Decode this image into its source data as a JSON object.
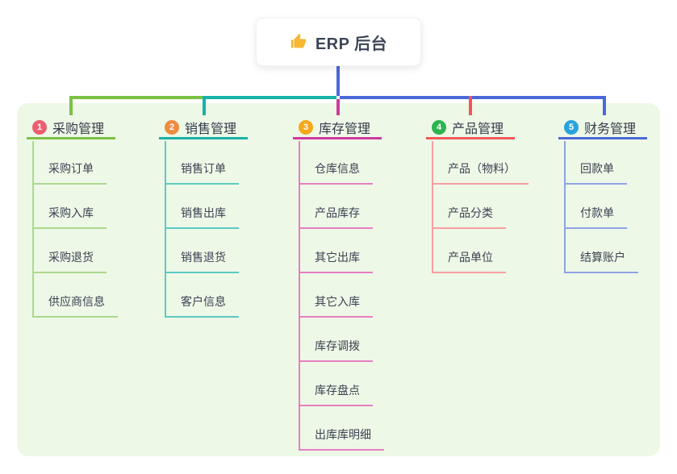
{
  "root": {
    "title": "ERP 后台",
    "icon": "thumbs-up-icon"
  },
  "connectors": {
    "trunk_color": "#4b68da"
  },
  "colors": {
    "panel_bg": "#edf8e7",
    "card_bg": "#ffffff",
    "text": "#3b4252"
  },
  "branches": [
    {
      "num": "1",
      "label": "采购管理",
      "badge_color": "#ec5f6f",
      "line_color": "#7cc144",
      "child_line_color": "#abd98e",
      "children": [
        "采购订单",
        "采购入库",
        "采购退货",
        "供应商信息"
      ]
    },
    {
      "num": "2",
      "label": "销售管理",
      "badge_color": "#ef8b41",
      "line_color": "#16b2a8",
      "child_line_color": "#5ecac3",
      "children": [
        "销售订单",
        "销售出库",
        "销售退货",
        "客户信息"
      ]
    },
    {
      "num": "3",
      "label": "库存管理",
      "badge_color": "#f5a81c",
      "line_color": "#d13a9e",
      "child_line_color": "#e67fc1",
      "children": [
        "仓库信息",
        "产品库存",
        "其它出库",
        "其它入库",
        "库存调拨",
        "库存盘点",
        "出库库明细"
      ]
    },
    {
      "num": "4",
      "label": "产品管理",
      "badge_color": "#2db350",
      "line_color": "#f25757",
      "child_line_color": "#f79f9f",
      "children": [
        "产品（物料）",
        "产品分类",
        "产品单位"
      ]
    },
    {
      "num": "5",
      "label": "财务管理",
      "badge_color": "#2aa3dc",
      "line_color": "#4b68da",
      "child_line_color": "#8fa2e6",
      "children": [
        "回款单",
        "付款单",
        "结算账户"
      ]
    }
  ]
}
